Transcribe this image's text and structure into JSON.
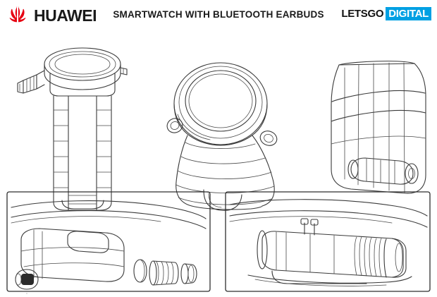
{
  "header": {
    "brand_name": "HUAWEI",
    "brand_logo_icon": "huawei-flower-icon",
    "title": "SMARTWATCH WITH BLUETOOTH EARBUDS",
    "publisher_primary": "LETSGO",
    "publisher_secondary": "DIGITAL",
    "accent_color": "#00a0e3",
    "ink_color": "#3a3a3a",
    "brand_color": "#e60012"
  },
  "figures": [
    {
      "id": "fig-front-view",
      "label": "smartwatch-front-perspective-view",
      "description": "Smartwatch seen from the front with strap extending downward and a detachable earbud capsule at the left side of the case"
    },
    {
      "id": "fig-top-view",
      "label": "smartwatch-top-angled-view",
      "description": "Smartwatch viewed from above at an angle showing circular dial, bezel, two side buttons and folded strap"
    },
    {
      "id": "fig-strap-view",
      "label": "smartwatch-strap-back-view",
      "description": "Back view of the watch strap with buckle and earbud housing integrated into the band"
    },
    {
      "id": "fig-detail-earbud-exploded",
      "label": "earbud-exploded-detail-view",
      "description": "Framed close-up detail: watch case cutaway with earbud capsule, ear tip ring and cap shown exploded to the right"
    },
    {
      "id": "fig-detail-strap-hinge",
      "label": "strap-hinge-detail-view",
      "description": "Framed close-up detail: strap segment with hinge pins, coiled spring and clasp mechanism"
    }
  ]
}
